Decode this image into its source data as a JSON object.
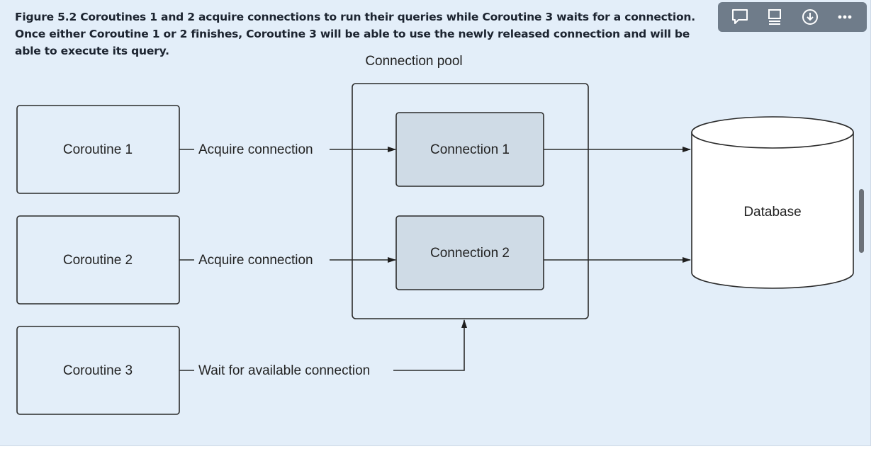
{
  "caption": {
    "text": "Figure 5.2 Coroutines 1 and 2 acquire connections to run their queries while Coroutine 3 waits for a connection. Once either Coroutine 1 or 2 finishes, Coroutine 3 will be able to use the newly released connection and will be able to execute its query.",
    "visible_tail": "1 or"
  },
  "diagram": {
    "pool_label": "Connection pool",
    "coroutines": [
      "Coroutine 1",
      "Coroutine 2",
      "Coroutine 3"
    ],
    "connections": [
      "Connection 1",
      "Connection 2"
    ],
    "database_label": "Database",
    "edge_labels": [
      "Acquire connection",
      "Acquire connection",
      "Wait for available connection"
    ]
  },
  "toolbar": {
    "icons": [
      "comment-icon",
      "notes-icon",
      "download-icon",
      "more-icon"
    ]
  },
  "colors": {
    "panel_bg": "#e3eef9",
    "connection_fill": "#cfdbe6",
    "stroke": "#2b2b2b"
  }
}
